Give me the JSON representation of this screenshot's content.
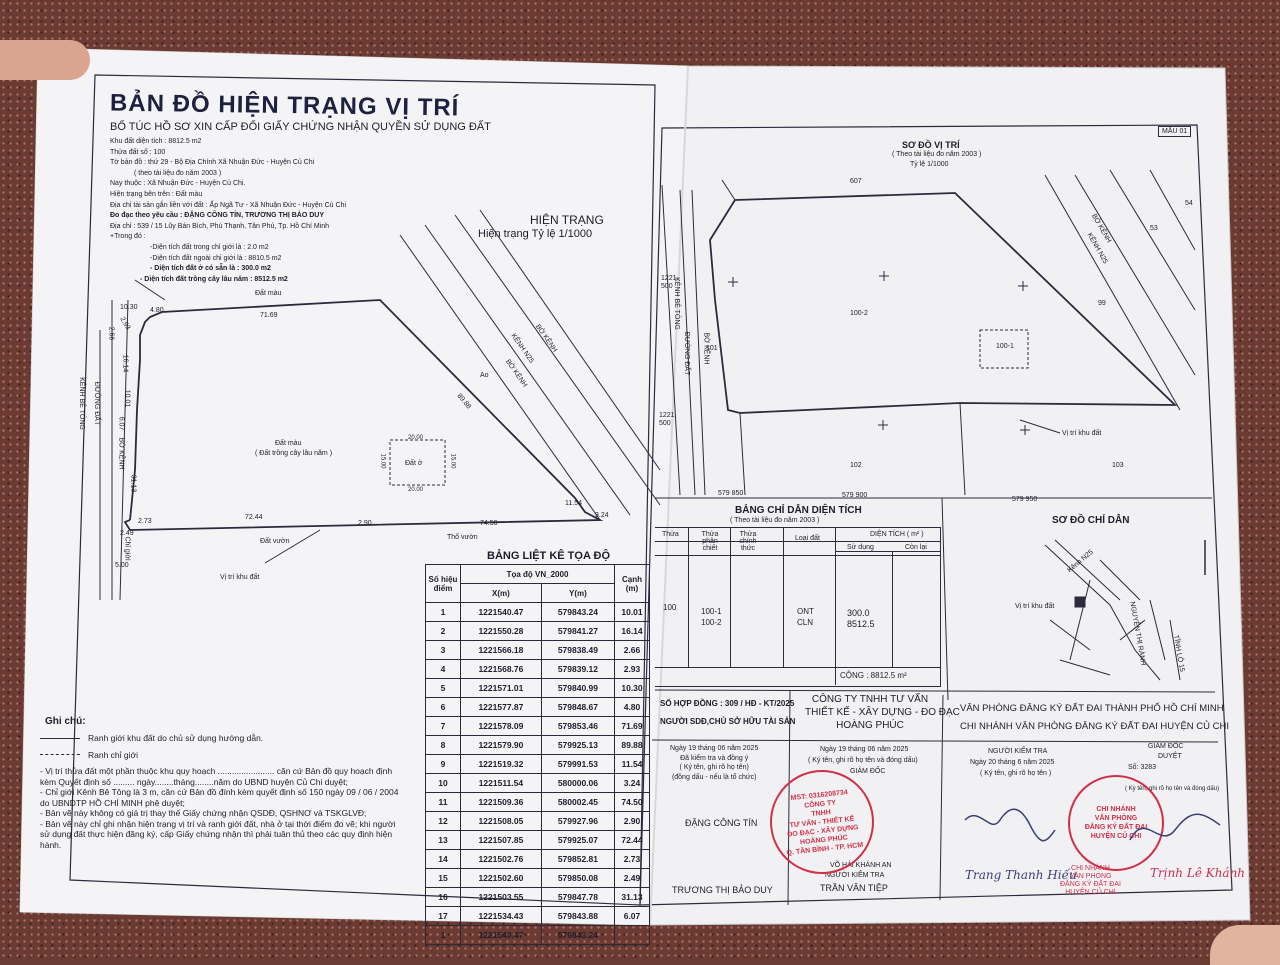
{
  "left": {
    "title": "BẢN ĐỒ HIỆN TRẠNG VỊ TRÍ",
    "subtitle": "BỔ TÚC HỒ SƠ XIN CẤP ĐỔI GIẤY CHỨNG NHẬN QUYỀN SỬ DỤNG ĐẤT",
    "info": [
      "Khu đất diện tích : 8812.5 m2",
      "Thửa đất số : 100",
      "Tờ bản đồ : thứ 29 - Bộ Địa Chính Xã Nhuận Đức - Huyện Củ Chi",
      "( theo tài liệu đo năm 2003 )",
      "Nay thuộc : Xã Nhuận Đức - Huyện Củ Chi.",
      "Hiện trạng bên trên : Đất màu",
      "Địa chỉ tài sản gắn liền với đất : Ấp Ngã Tư - Xã Nhuận Đức - Huyện Củ Chi",
      "Đo đạc theo yêu cầu : ĐẶNG CÔNG TÍN, TRƯƠNG THỊ BẢO DUY",
      "Địa chỉ : 539 / 15 Lũy Bán Bích, Phú Thạnh, Tân Phú, Tp. Hồ Chí Minh",
      "+Trong đó :"
    ],
    "areas": [
      "-Diện tích đất trong chỉ giới là : 2.0 m2",
      "-Diện tích đất ngoài chỉ giới là : 8810.5 m2",
      "- Diện tích đất ở có sẵn là : 300.0 m2",
      "- Diện tích đất trồng cây lâu năm : 8512.5 m2"
    ],
    "map": {
      "heading": "HIỆN TRẠNG",
      "scale": "Hiện trạng Tỷ lệ 1/1000",
      "labels": [
        "Đất màu",
        "Đất màu",
        "( Đất trồng cây lâu năm )",
        "Đất ở",
        "Đất vườn",
        "Thổ vườn",
        "Vị trí khu đất",
        "KÊNH BÊ TÔNG",
        "ĐƯỜNG ĐẤT",
        "BỜ KÊNH",
        "BỜ KÊNH",
        "KÊNH N25",
        "BỜ KÊNH",
        "Ao",
        "Chỉ giới"
      ],
      "dims": [
        "10.30",
        "4.80",
        "71.69",
        "89.88",
        "11.54",
        "3.24",
        "74.50",
        "72.44",
        "2.73",
        "2.90",
        "2.49",
        "31.13",
        "6.07",
        "10.01",
        "16.14",
        "2.66",
        "2.93",
        "20.00",
        "20.00",
        "15.00",
        "15.00",
        "5.00"
      ]
    },
    "notes_title": "Ghi chú:",
    "notes": [
      "Ranh giới khu đất do chủ sử dụng hướng dẫn.",
      "Ranh chỉ giới",
      "- Vị trí thửa đất một phần thuộc khu quy hoạch ........................ căn cứ Bản đồ quy hoạch định kèm Quyết định số ......... ngày........tháng........năm do UBND huyện Củ Chi duyệt;",
      "- Chỉ giới Kênh Bê Tông là 3 m, căn cứ Bản đồ đính kèm quyết định số 150 ngày 09 / 06 / 2004 do UBNDTP HỒ CHÍ MINH phê duyệt;",
      "- Bản vẽ này không có giá trị thay thế Giấy chứng nhận QSDĐ, QSHNƠ và TSKGLVĐ;",
      "- Bản vẽ này chỉ ghi nhận hiện trạng vị trí và ranh giới đất, nhà ở tại thời điểm đo vẽ; khi người sử dụng đất thực hiện đăng ký, cấp Giấy chứng nhận thì phải tuân thủ theo các quy định hiện hành."
    ],
    "coords": {
      "title": "BẢNG LIỆT KÊ TỌA ĐỘ",
      "h_point": "Số hiệu điểm",
      "h_sys": "Tọa độ VN_2000",
      "h_x": "X(m)",
      "h_y": "Y(m)",
      "h_edge": "Cạnh (m)",
      "rows": [
        [
          "1",
          "1221540.47",
          "579843.24",
          "10.01"
        ],
        [
          "2",
          "1221550.28",
          "579841.27",
          "16.14"
        ],
        [
          "3",
          "1221566.18",
          "579838.49",
          "2.66"
        ],
        [
          "4",
          "1221568.76",
          "579839.12",
          "2.93"
        ],
        [
          "5",
          "1221571.01",
          "579840.99",
          "10.30"
        ],
        [
          "6",
          "1221577.87",
          "579848.67",
          "4.80"
        ],
        [
          "7",
          "1221578.09",
          "579853.46",
          "71.69"
        ],
        [
          "8",
          "1221579.90",
          "579925.13",
          "89.88"
        ],
        [
          "9",
          "1221519.32",
          "579991.53",
          "11.54"
        ],
        [
          "10",
          "1221511.54",
          "580000.06",
          "3.24"
        ],
        [
          "11",
          "1221509.36",
          "580002.45",
          "74.50"
        ],
        [
          "12",
          "1221508.05",
          "579927.96",
          "2.90"
        ],
        [
          "13",
          "1221507.85",
          "579925.07",
          "72.44"
        ],
        [
          "14",
          "1221502.76",
          "579852.81",
          "2.73"
        ],
        [
          "15",
          "1221502.60",
          "579850.08",
          "2.49"
        ],
        [
          "16",
          "1221503.55",
          "579847.78",
          "31.13"
        ],
        [
          "17",
          "1221534.43",
          "579843.88",
          "6.07"
        ],
        [
          "1",
          "1221540.47",
          "579843.24",
          ""
        ]
      ]
    }
  },
  "right": {
    "mau": "MẪU 01",
    "location_title": "SƠ ĐỒ VỊ TRÍ",
    "location_sub": "( Theo tài liệu đo năm 2003 )",
    "location_scale": "Tỷ lệ 1/1000",
    "parcels": [
      "607",
      "54",
      "53",
      "99",
      "101",
      "100-2",
      "100-1",
      "102",
      "103"
    ],
    "map_labels": [
      "KÊNH BÊ TÔNG",
      "ĐƯỜNG ĐẤT",
      "BỜ KÊNH",
      "BỜ KÊNH",
      "KÊNH N25",
      "Vị trí khu đất"
    ],
    "grid_labels": [
      "1221 500",
      "1221 500",
      "579 850",
      "579 900",
      "579 950"
    ],
    "area_table": {
      "title": "BẢNG CHỈ DẪN DIỆN TÍCH",
      "sub": "( Theo tài liệu đo năm 2003 )",
      "h_thua": "Thửa",
      "h_pc": "Thửa phân chiết",
      "h_ct": "Thửa chính thức",
      "h_ld": "Loại đất",
      "h_dt": "DIỆN TÍCH ( m² )",
      "h_sd": "Sử dụng",
      "h_cl": "Còn lại",
      "thua": "100",
      "pc": [
        "100-1",
        "100-2"
      ],
      "ld": [
        "ONT",
        "CLN"
      ],
      "sd": [
        "300.0",
        "8512.5"
      ],
      "total": "CỘNG : 8812.5 m²"
    },
    "guide_title": "SƠ ĐỒ CHỈ DẪN",
    "guide_labels": [
      "Vị trí khu đất",
      "Kênh N25",
      "NGUYỄN THỊ RÀNH",
      "TỈNH LỘ 15"
    ],
    "contract": "SỐ HỢP ĐỒNG : 309 / HĐ - KT/2025",
    "owner_head": "NGƯỜI SDĐ,CHỦ SỞ HỮU TÀI SẢN",
    "owner_date": "Ngày 19 tháng 06 năm 2025",
    "owner_l1": "Đã kiểm tra và đồng ý",
    "owner_l2": "( Ký tên, ghi rõ họ tên)",
    "owner_l3": "(đồng dấu - nếu là tổ chức)",
    "owner_n1": "ĐẶNG CÔNG TÍN",
    "owner_n2": "TRƯƠNG THỊ BẢO DUY",
    "company": [
      "CÔNG TY TNHH TƯ VẤN",
      "THIẾT KẾ - XÂY DỰNG - ĐO ĐẠC",
      "HOÀNG PHÚC"
    ],
    "company_date": "Ngày 19 tháng 06 năm 2025",
    "company_sub": "( Ký tên, ghi rõ họ tên và đóng dấu)",
    "company_role": "GIÁM ĐỐC",
    "company_director": "VÕ HẢI KHÁNH AN",
    "checker_role": "NGƯỜI KIỂM TRA",
    "checker_name": "TRẦN VĂN TIỆP",
    "office": [
      "VĂN PHÒNG ĐĂNG KÝ ĐẤT ĐAI THÀNH PHỐ HỒ CHÍ MINH",
      "CHI NHÁNH VĂN PHÒNG ĐĂNG KÝ ĐẤT ĐAI  HUYỆN CỦ CHI"
    ],
    "office_checker": "NGƯỜI KIỂM TRA",
    "office_checker_date": "Ngày 20 tháng 6 năm 2025",
    "office_checker_sub": "( Ký tên, ghi rõ họ tên )",
    "office_director": "GIÁM ĐỐC",
    "office_approved": "DUYỆT",
    "office_no": "Số: 3283",
    "office_sub": "( Ký tên, ghi rõ họ tên và đóng dấu)",
    "sig_checker": "Trang Thanh Hiếu",
    "sig_director": "Trịnh Lê Khánh",
    "stamp_company": [
      "MST: 0316208734",
      "CÔNG TY",
      "TNHH",
      "TƯ VẤN - THIẾT KẾ",
      "ĐO ĐẠC - XÂY DỰNG",
      "HOÀNG PHÚC",
      "Q. TÂN BÌNH - TP. HCM"
    ],
    "stamp_office": [
      "CHI NHÁNH",
      "VĂN PHÒNG",
      "ĐĂNG KÝ ĐẤT ĐAI",
      "HUYỆN CỦ CHI"
    ],
    "stamp_office_caption": [
      "CHI NHÁNH",
      "VĂN PHÒNG",
      "ĐĂNG KÝ ĐẤT ĐAI",
      "HUYỆN CỦ CHI"
    ]
  }
}
